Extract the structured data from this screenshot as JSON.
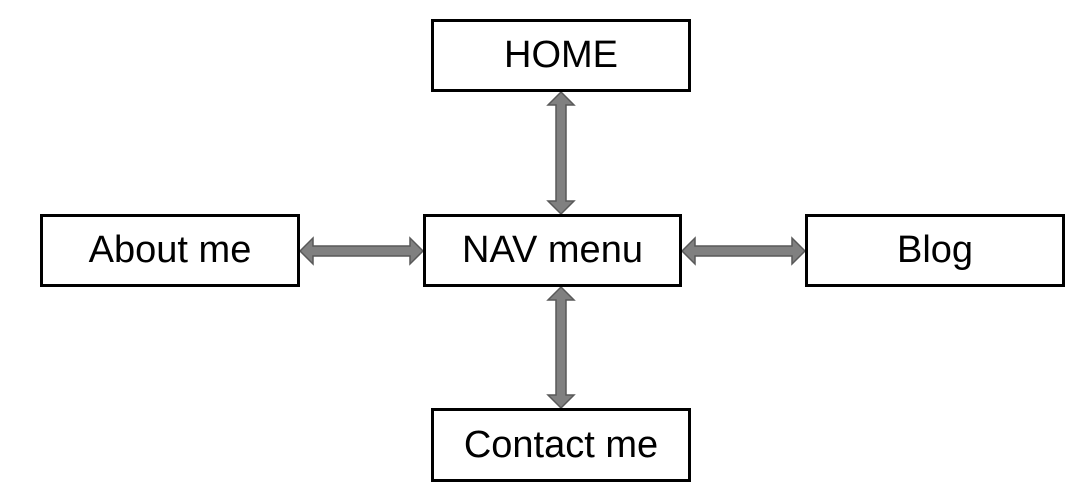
{
  "diagram": {
    "nodes": {
      "home": "HOME",
      "nav": "NAV menu",
      "about": "About me",
      "blog": "Blog",
      "contact": "Contact me"
    },
    "connectors": [
      {
        "from": "nav",
        "to": "home",
        "style": "double-arrow"
      },
      {
        "from": "nav",
        "to": "about",
        "style": "double-arrow"
      },
      {
        "from": "nav",
        "to": "blog",
        "style": "double-arrow"
      },
      {
        "from": "nav",
        "to": "contact",
        "style": "double-arrow"
      }
    ],
    "colors": {
      "box_border": "#000000",
      "box_fill": "#ffffff",
      "arrow_fill": "#808080",
      "arrow_stroke": "#595959"
    }
  }
}
